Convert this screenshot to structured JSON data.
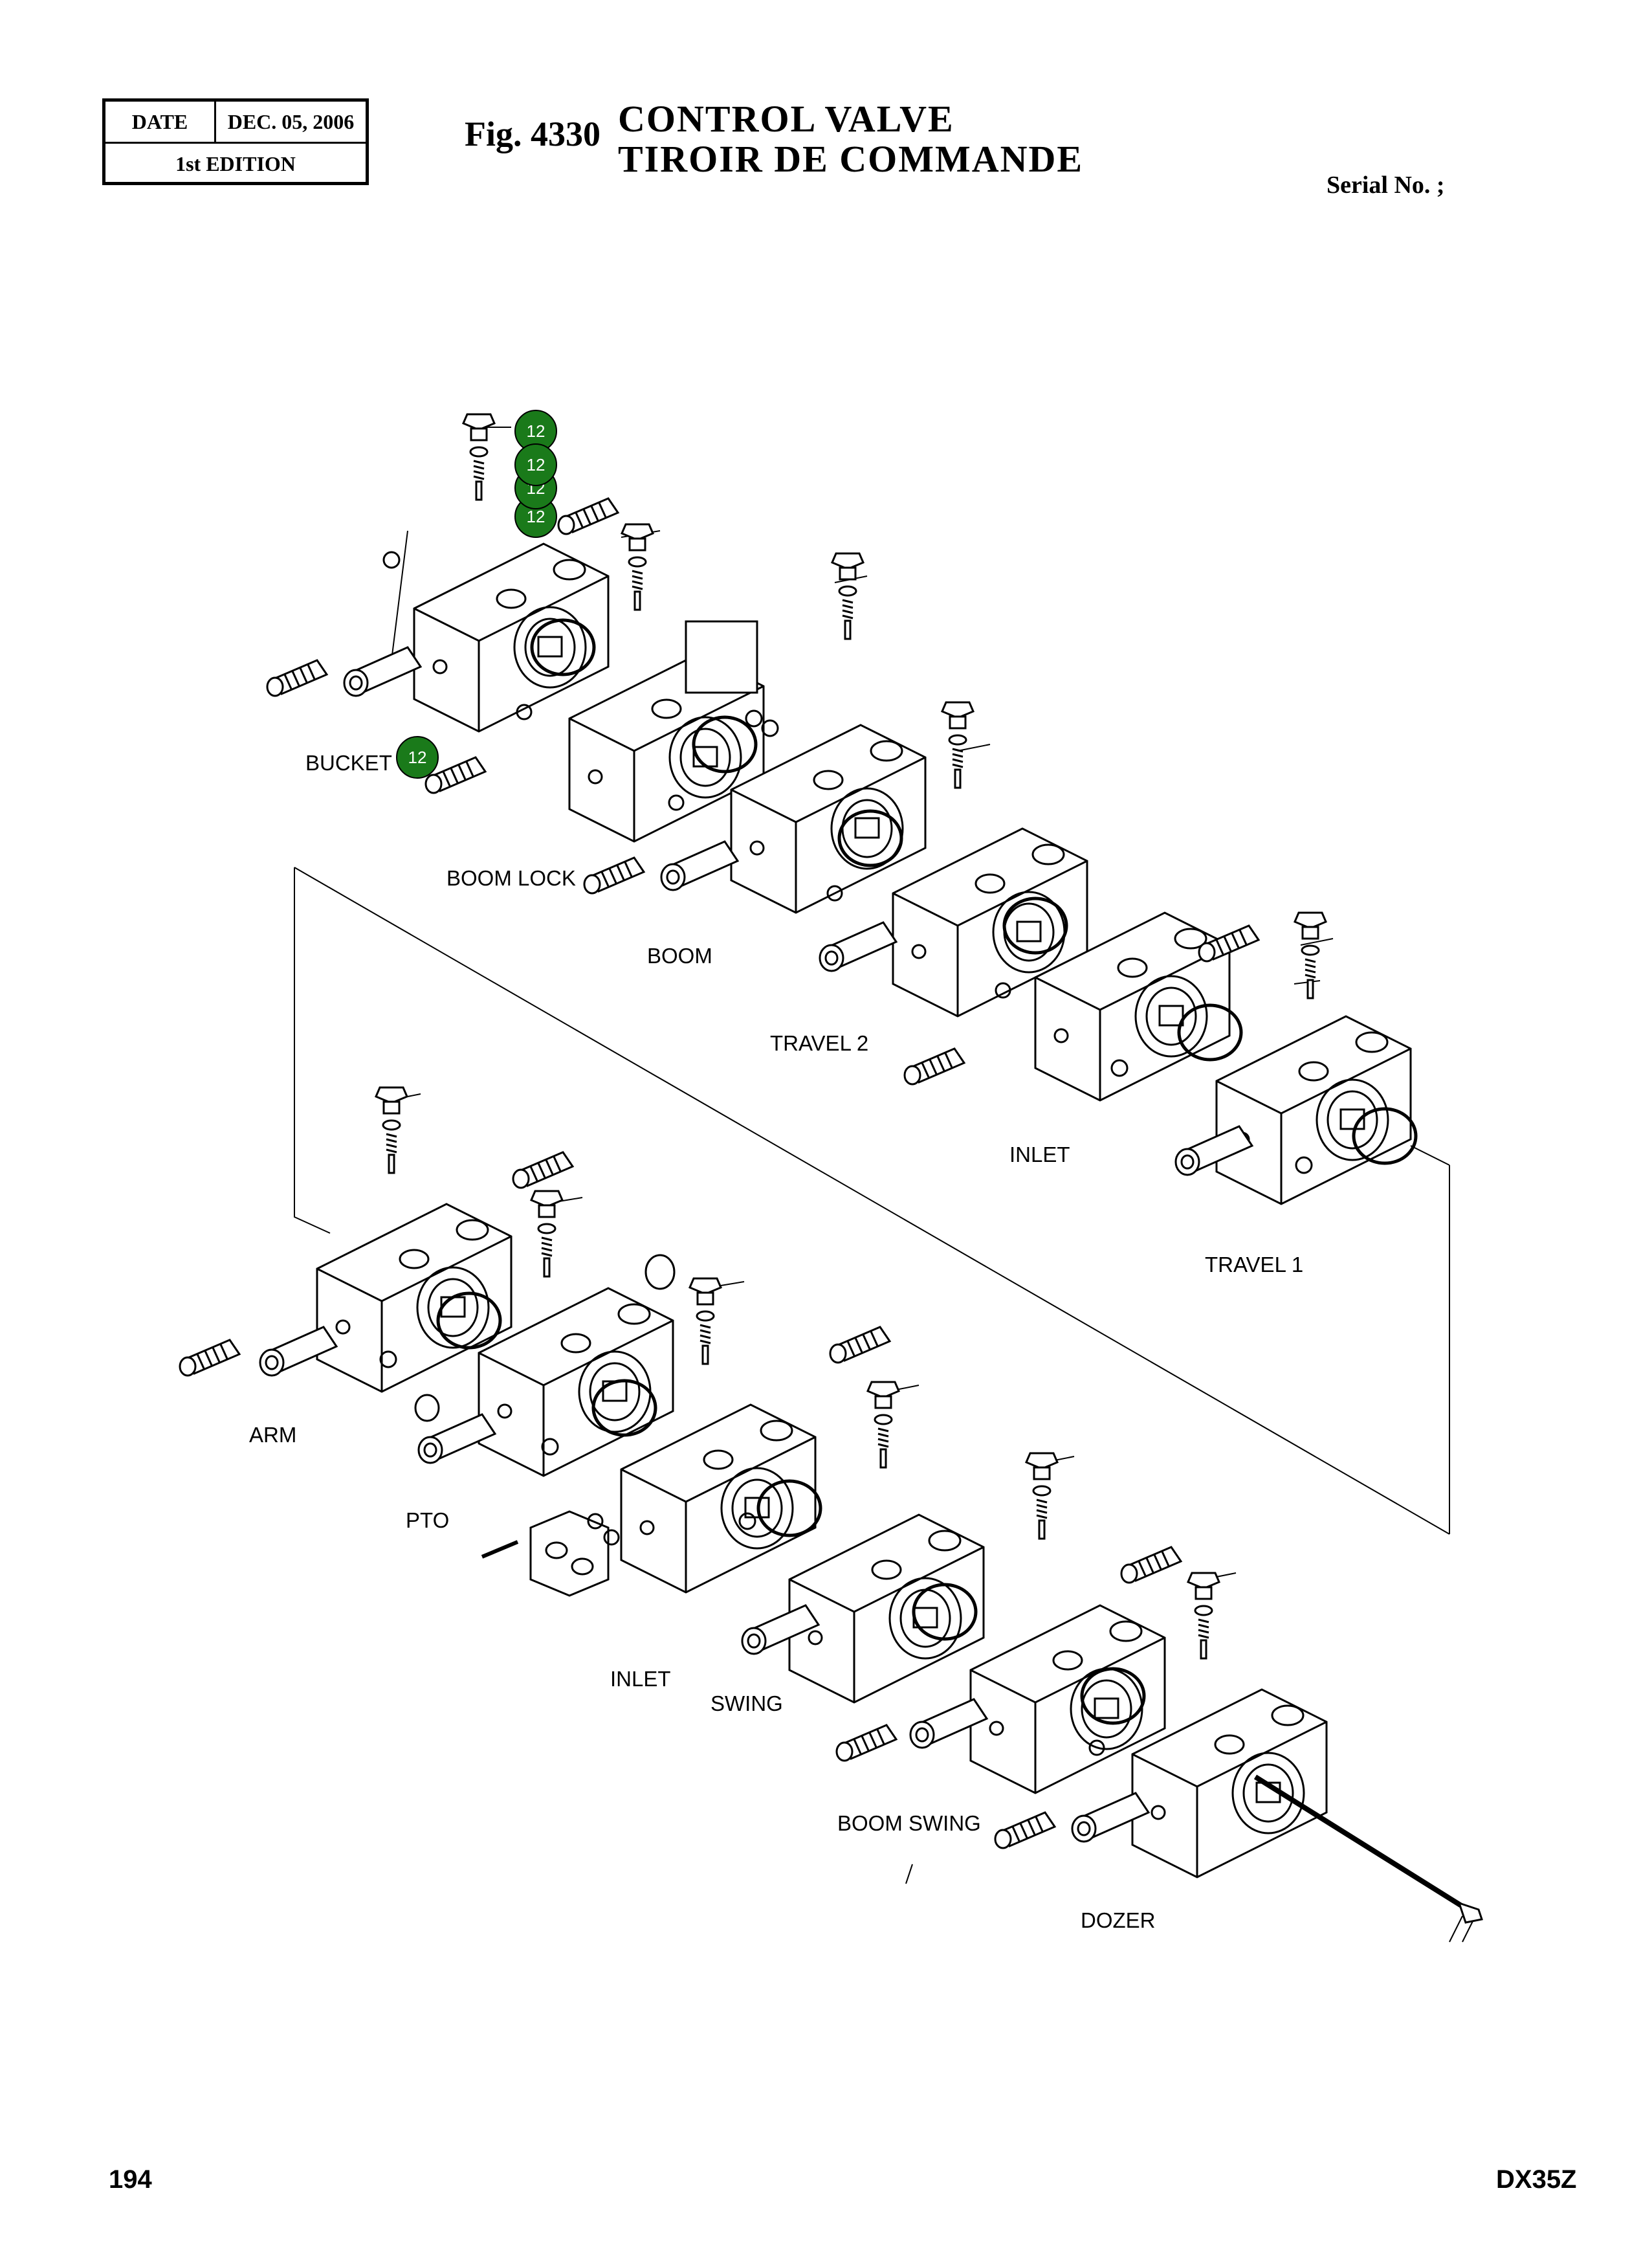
{
  "header": {
    "date_label": "DATE",
    "date_value": "DEC. 05, 2006",
    "edition": "1st EDITION",
    "fig": "Fig. 4330",
    "title_en": "CONTROL  VALVE",
    "title_fr": "TIROIR  DE  COMMANDE",
    "serial": "Serial No. ;"
  },
  "sections": {
    "bucket": "BUCKET",
    "boom_lock": "BOOM LOCK",
    "boom": "BOOM",
    "travel2": "TRAVEL 2",
    "inlet_top": "INLET",
    "travel1": "TRAVEL 1",
    "arm": "ARM",
    "pto": "PTO",
    "inlet_bottom": "INLET",
    "swing": "SWING",
    "boom_swing": "BOOM SWING",
    "dozer": "DOZER"
  },
  "callouts": {
    "c1": "12",
    "c2": "12",
    "c3": "12",
    "c4": "12",
    "c5": "12"
  },
  "colors": {
    "callout_fill": "#1a7a1a",
    "line": "#000000"
  },
  "footer": {
    "page": "194",
    "model": "DX35Z"
  }
}
